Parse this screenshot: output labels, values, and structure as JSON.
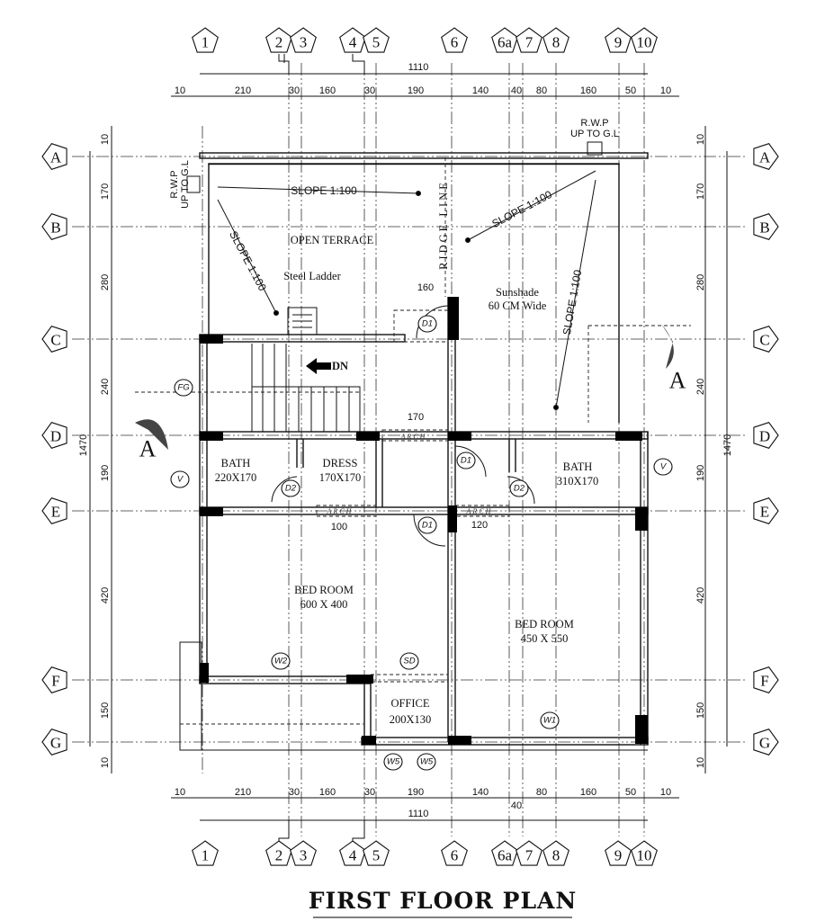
{
  "title": "FIRST FLOOR PLAN",
  "columns": [
    "1",
    "2",
    "3",
    "4",
    "5",
    "6",
    "6a",
    "7",
    "8",
    "9",
    "10"
  ],
  "rows": [
    "A",
    "B",
    "C",
    "D",
    "E",
    "F",
    "G"
  ],
  "dimensions": {
    "overall_width": "1110",
    "horizontal_segments": [
      "10",
      "210",
      "30",
      "160",
      "30",
      "190",
      "140",
      "40",
      "80",
      "160",
      "50",
      "10"
    ],
    "overall_height": "1470",
    "vertical_segments": [
      "10",
      "170",
      "280",
      "240",
      "190",
      "420",
      "150",
      "10"
    ],
    "interior": {
      "d1_width": "160",
      "arch_top": "170",
      "arch_left": "100",
      "arch_right": "120"
    }
  },
  "rooms": {
    "open_terrace": "OPEN TERRACE",
    "steel_ladder": "Steel Ladder",
    "sunshade_1": "Sunshade",
    "sunshade_2": "60 CM Wide",
    "ridge_line": "RIDGE LINE",
    "bath_left_name": "BATH",
    "bath_left_size": "220X170",
    "dress_name": "DRESS",
    "dress_size": "170X170",
    "bath_right_name": "BATH",
    "bath_right_size": "310X170",
    "bed_left_name": "BED ROOM",
    "bed_left_size": "600 X 400",
    "bed_right_name": "BED ROOM",
    "bed_right_size": "450 X 550",
    "office_name": "OFFICE",
    "office_size": "200X130",
    "stair_dn": "DN",
    "arch": "ARCH"
  },
  "notes": {
    "slope": "SLOPE 1:100",
    "rwp_1": "R.W.P",
    "rwp_2": "UP TO G.L",
    "section": "A"
  },
  "tags": {
    "d1": "D1",
    "d2": "D2",
    "v": "V",
    "fg": "FG",
    "w1": "W1",
    "w2": "W2",
    "w5": "W5",
    "sd": "SD"
  }
}
